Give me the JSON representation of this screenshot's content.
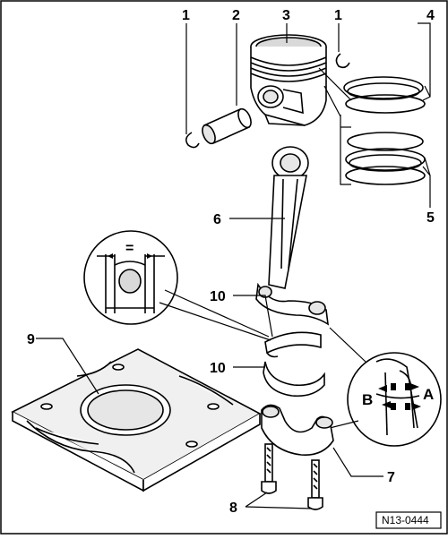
{
  "callouts": {
    "c1a": "1",
    "c2": "2",
    "c3": "3",
    "c1b": "1",
    "c4": "4",
    "c5": "5",
    "c6": "6",
    "c10a": "10",
    "c10b": "10",
    "c9": "9",
    "c7": "7",
    "c8": "8"
  },
  "detail_markers": {
    "a": "A",
    "b": "B",
    "equal_sign": "="
  },
  "figure_ref": "N13-0444"
}
